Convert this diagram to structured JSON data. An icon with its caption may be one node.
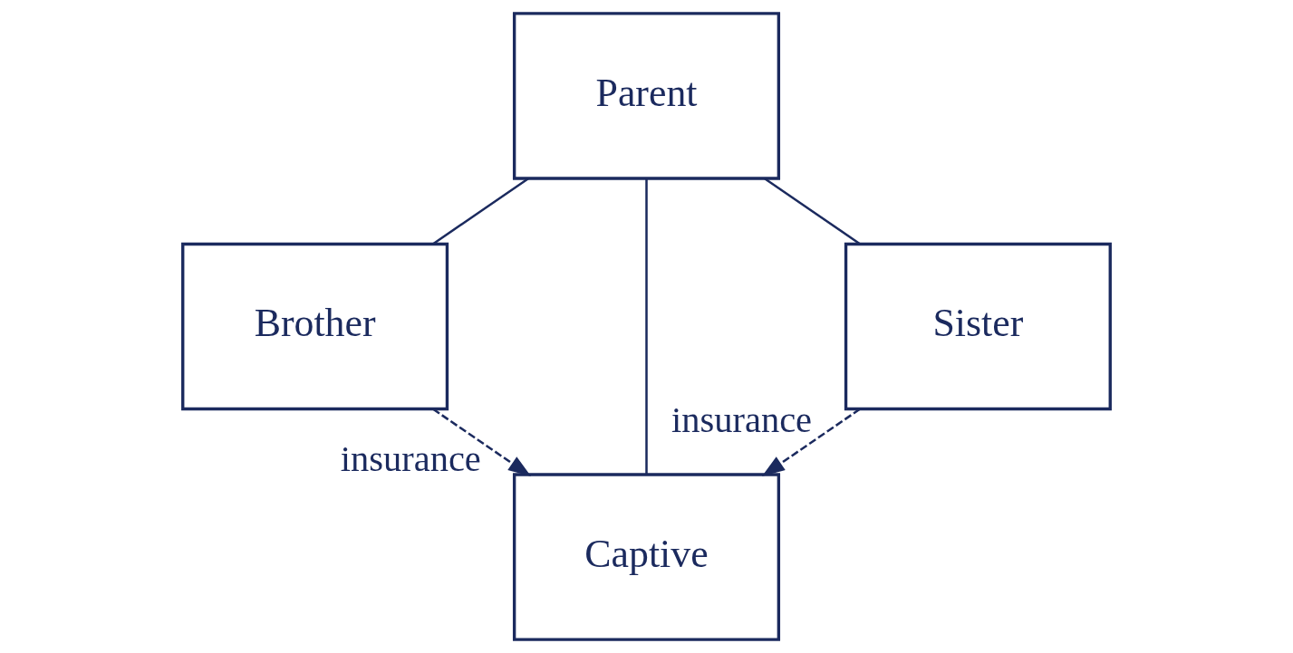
{
  "diagram": {
    "nodes": [
      {
        "text": [
          "Parent"
        ]
      },
      {
        "text": [
          "Brother"
        ]
      },
      {
        "text": [
          "Captive"
        ]
      },
      {
        "text": [
          "Sister"
        ]
      }
    ],
    "edges": [
      {
        "from": 0,
        "to": 1,
        "arrow": "none"
      },
      {
        "from": 0,
        "to": 2,
        "arrow": "none"
      },
      {
        "from": 0,
        "to": 3,
        "arrow": "none"
      },
      {
        "from": 1,
        "to": 2,
        "arrow": "to",
        "style": "dashed",
        "label": "insurance"
      },
      {
        "from": 3,
        "to": 2,
        "arrow": "to",
        "style": "dashed",
        "label": "insurance"
      }
    ]
  }
}
